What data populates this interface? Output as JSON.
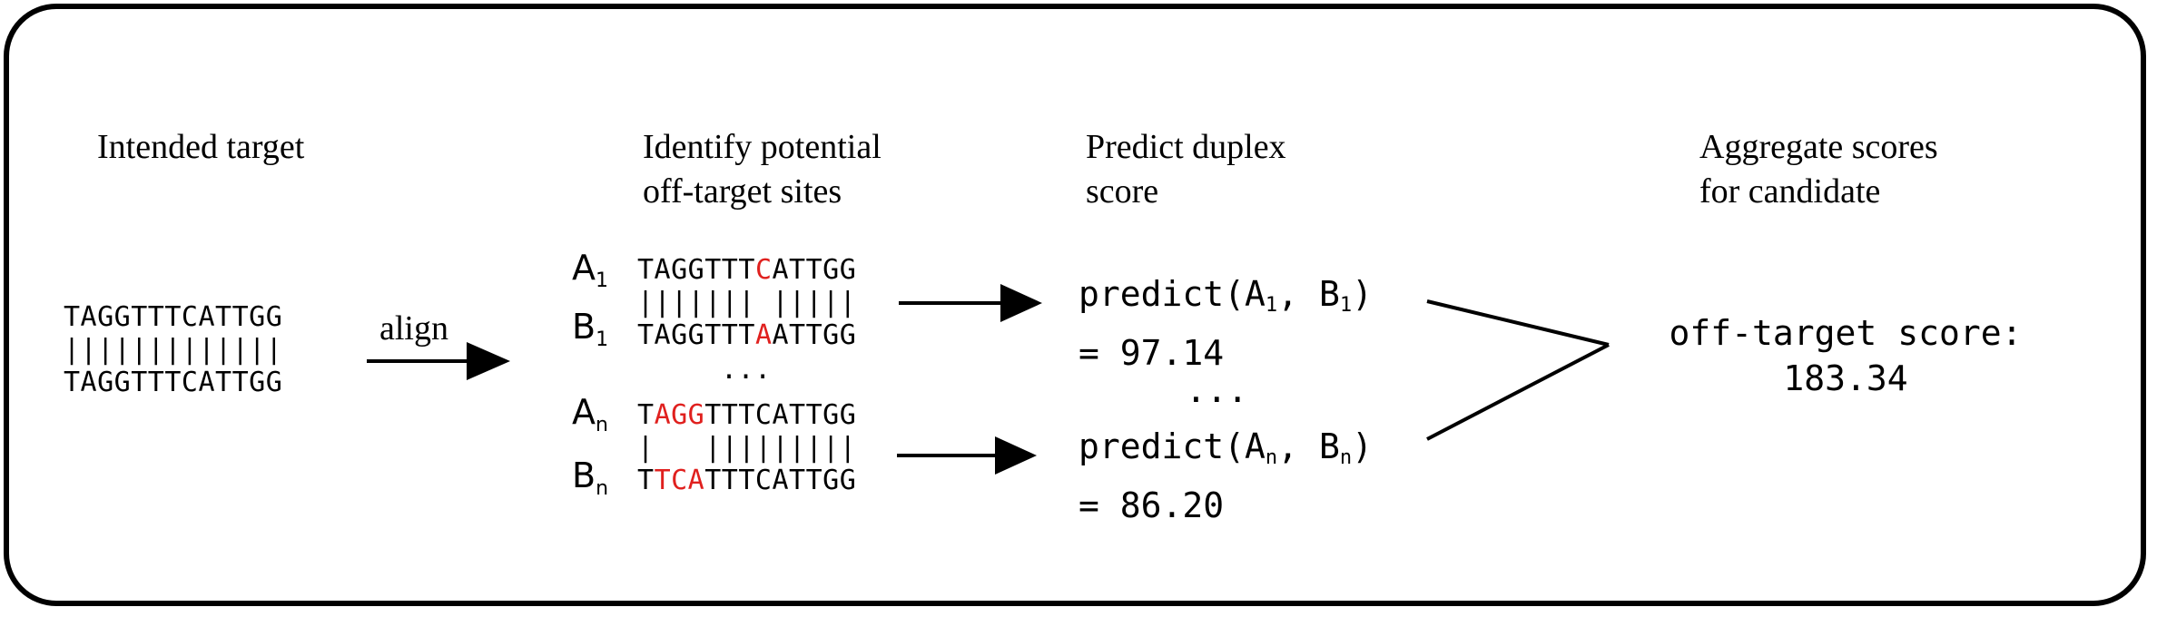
{
  "headers": {
    "intended": "Intended target",
    "identify_line1": "Identify potential",
    "identify_line2": "off-target sites",
    "predict_line1": "Predict duplex",
    "predict_line2": "score",
    "aggregate_line1": "Aggregate scores",
    "aggregate_line2": "for candidate"
  },
  "intended": {
    "top": "TAGGTTTCATTGG",
    "bonds": "|||||||||||||",
    "bottom": "TAGGTTTCATTGG"
  },
  "align_label": "align",
  "pair1": {
    "label_a": "A",
    "label_b": "B",
    "index": "1",
    "top_pre": "TAGGTTT",
    "top_mm": "C",
    "top_post": "ATTGG",
    "bonds": "||||||| |||||",
    "bottom_pre": "TAGGTTT",
    "bottom_mm": "A",
    "bottom_post": "ATTGG"
  },
  "ellipsis_sites": "...",
  "pairN": {
    "label_a": "A",
    "label_b": "B",
    "index": "n",
    "top_pre": "T",
    "top_mm": "AGG",
    "top_post": "TTTCATTGG",
    "bonds": "|   |||||||||",
    "bottom_pre": "T",
    "bottom_mm": "TCA",
    "bottom_post": "TTTCATTGG"
  },
  "predict1": {
    "func": "predict(",
    "arg_a": "A",
    "sep": ", ",
    "arg_b": "B",
    "close": ")",
    "index": "1",
    "result": "= 97.14"
  },
  "ellipsis_predict": "...",
  "predictN": {
    "func": "predict(",
    "arg_a": "A",
    "sep": ", ",
    "arg_b": "B",
    "close": ")",
    "index": "n",
    "result": "= 86.20"
  },
  "aggregate": {
    "label": "off-target score:",
    "value": "183.34"
  },
  "colors": {
    "mismatch": "#e0201e",
    "ink": "#000000"
  }
}
